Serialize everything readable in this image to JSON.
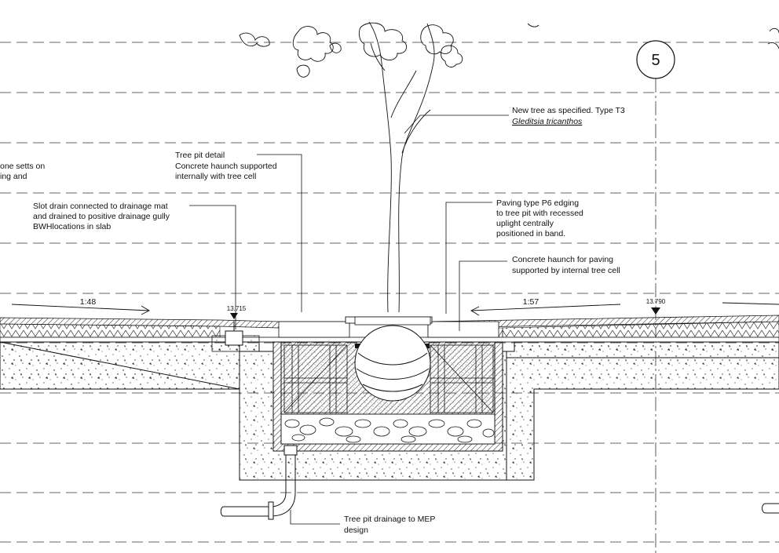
{
  "grid_marker": "5",
  "notes": {
    "tree": [
      "New tree as specified. Type T3",
      "Gleditsia tricanthos"
    ],
    "stone": [
      "one setts on",
      "ing and"
    ],
    "tree_pit": [
      "Tree pit detail",
      "Concrete haunch supported",
      "internally with tree cell"
    ],
    "slot_drain": [
      "Slot drain connected to drainage mat",
      "and drained to positive drainage gully",
      "BWHlocations in slab"
    ],
    "paving": [
      "Paving type P6 edging",
      "to tree pit with recessed",
      "uplight centrally",
      "positioned in band."
    ],
    "haunch": [
      "Concrete haunch for paving",
      "supported by internal tree cell"
    ],
    "drainage": [
      "Tree pit drainage to MEP",
      "design"
    ]
  },
  "falls": {
    "left": "1:48",
    "right": "1:57"
  },
  "levels": {
    "left": "13.715",
    "right": "13.790"
  }
}
